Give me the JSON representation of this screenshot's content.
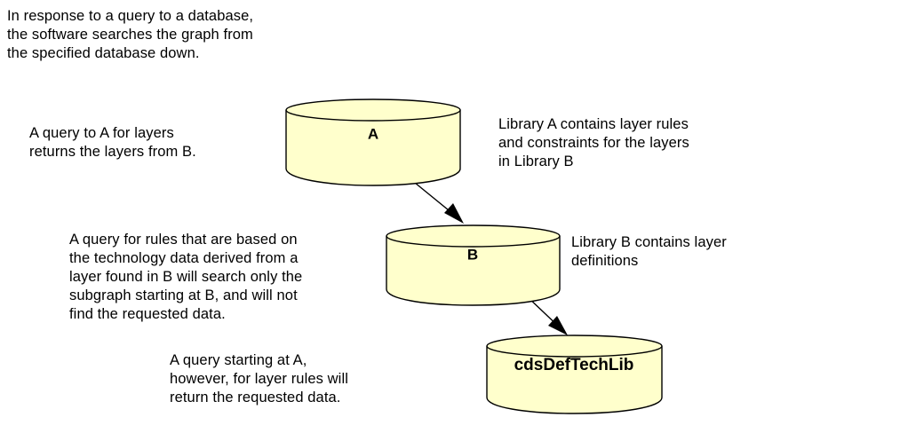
{
  "diagram": {
    "title_note": "In response to a query to a database,\nthe software searches the graph from\nthe specified database down.",
    "background_color": "#ffffff",
    "node_fill_color": "#ffffcc",
    "node_stroke_color": "#000000",
    "notes": {
      "query_a": "A query to A for layers\nreturns the layers from B.",
      "library_a": "Library A contains layer rules\nand constraints for the layers\nin Library B",
      "query_rules": "A query for rules that are based on\nthe technology data derived from a\nlayer found in B will search only the\nsubgraph starting at B, and will not\nfind the requested data.",
      "library_b": "Library B contains layer\ndefinitions",
      "query_starting_at_a": "A query starting at A,\nhowever, for layer rules will\nreturn the requested data."
    },
    "nodes": [
      {
        "id": "a",
        "label": "A",
        "shape": "cylinder"
      },
      {
        "id": "b",
        "label": "B",
        "shape": "cylinder"
      },
      {
        "id": "cdsdeftechlib",
        "label": "cdsDefTechLib",
        "shape": "cylinder"
      }
    ],
    "edges": [
      {
        "from": "A",
        "to": "B",
        "style": "solid-arrow"
      },
      {
        "from": "B",
        "to": "cdsDefTechLib",
        "style": "solid-arrow"
      }
    ]
  }
}
